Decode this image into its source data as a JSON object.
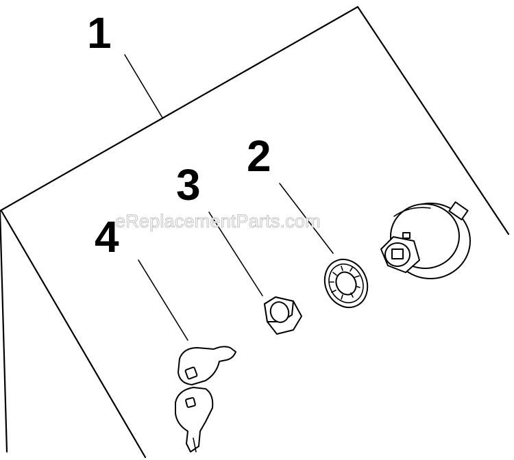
{
  "callouts": {
    "c1": "1",
    "c2": "2",
    "c3": "3",
    "c4": "4"
  },
  "watermark": "eReplacementParts.com",
  "parts": [
    {
      "callout": "1",
      "icon": "ignition-switch-assembly-bracket"
    },
    {
      "callout": "2",
      "icon": "lock-washer-icon"
    },
    {
      "callout": "3",
      "icon": "hex-nut-icon"
    },
    {
      "callout": "4",
      "icon": "key-icon"
    }
  ],
  "colors": {
    "line": "#000000",
    "background": "#ffffff",
    "watermark": "#c8c8c8"
  }
}
